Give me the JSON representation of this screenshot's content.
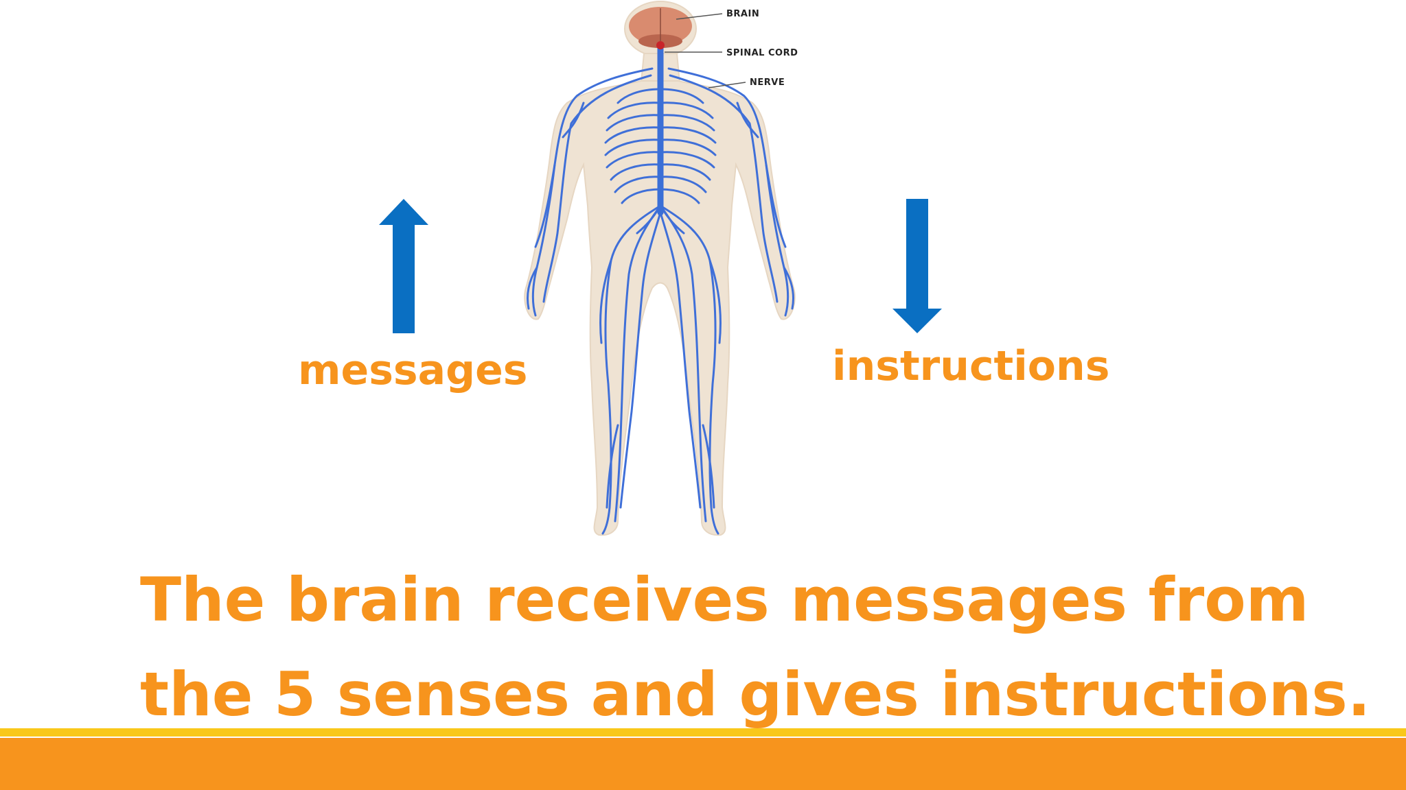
{
  "diagram": {
    "labels": {
      "brain": "BRAIN",
      "spinal_cord": "SPINAL CORD",
      "nerve": "NERVE"
    },
    "colors": {
      "skin": "#efe3d3",
      "nerve": "#3f6fd8",
      "brain": "#d98b6f",
      "cord": "#3b6fd6"
    }
  },
  "arrows": {
    "up_icon": "arrow-up-icon",
    "down_icon": "arrow-down-icon",
    "color": "#0a6fc2"
  },
  "labels": {
    "messages": "messages",
    "instructions": "instructions"
  },
  "caption": {
    "line1": "The brain receives messages from",
    "line2": "the 5 senses and gives instructions."
  },
  "theme": {
    "accent_orange": "#f7941d",
    "accent_yellow": "#f9c81a"
  }
}
